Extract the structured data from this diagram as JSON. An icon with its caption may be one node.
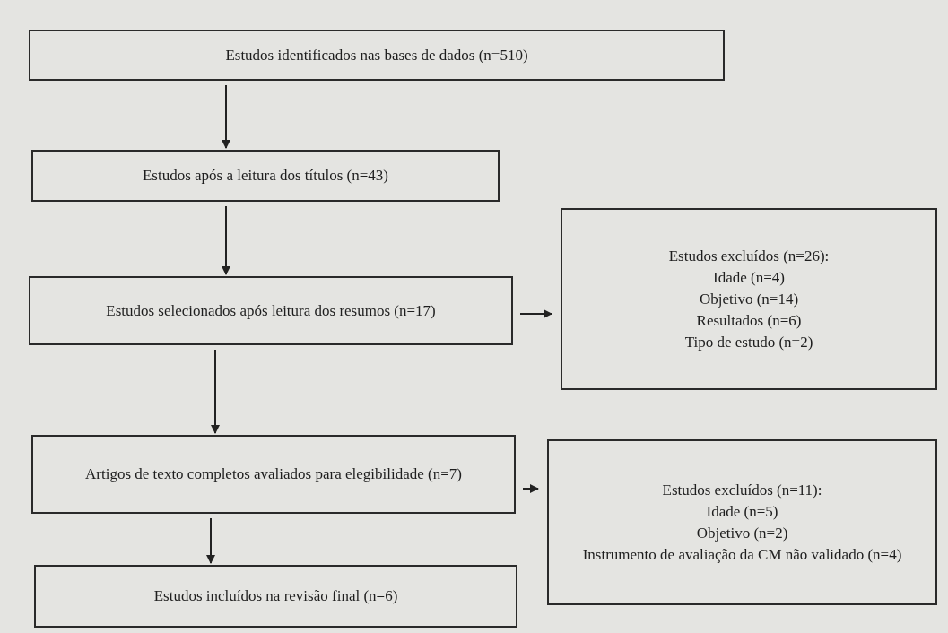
{
  "diagram": {
    "nodes": [
      {
        "text": [
          "Estudos identificados nas bases de dados (n=510)"
        ]
      },
      {
        "text": [
          "Estudos após a leitura dos títulos (n=43)"
        ]
      },
      {
        "text": [
          "Estudos selecionados após leitura dos resumos (n=17)"
        ]
      },
      {
        "text": [
          "Estudos excluídos (n=26):",
          "Idade (n=4)",
          "Objetivo (n=14)",
          "Resultados (n=6)",
          "Tipo de estudo (n=2)"
        ]
      },
      {
        "text": [
          "Artigos de texto completos avaliados para elegibilidade (n=7)"
        ]
      },
      {
        "text": [
          "Estudos excluídos (n=11):",
          "Idade (n=5)",
          "Objetivo (n=2)",
          "Instrumento de avaliação da CM não validado (n=4)"
        ]
      },
      {
        "text": [
          "Estudos incluídos na revisão final (n=6)"
        ]
      }
    ],
    "edges": [
      {
        "from": 0,
        "to": 1,
        "arrow": "to"
      },
      {
        "from": 1,
        "to": 2,
        "arrow": "to"
      },
      {
        "from": 2,
        "to": 3,
        "arrow": "to"
      },
      {
        "from": 2,
        "to": 4,
        "arrow": "to"
      },
      {
        "from": 4,
        "to": 5,
        "arrow": "to"
      },
      {
        "from": 4,
        "to": 6,
        "arrow": "to"
      }
    ]
  }
}
